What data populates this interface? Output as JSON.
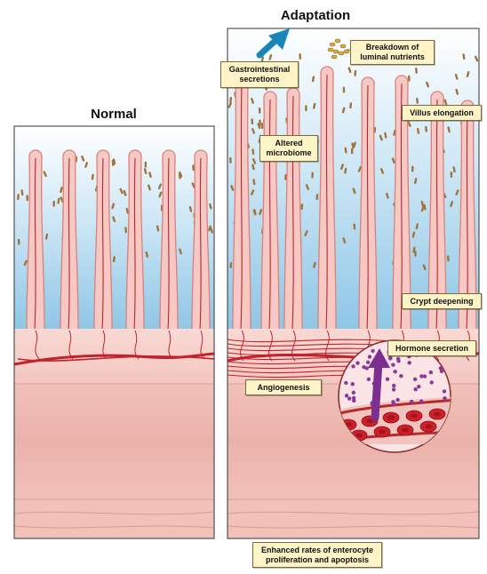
{
  "headings": {
    "normal": "Normal",
    "adaptation": "Adaptation"
  },
  "callouts": {
    "breakdown": "Breakdown of\nluminal nutrients",
    "gi_secretions": "Gastrointestinal\nsecretions",
    "villus_elongation": "Villus elongation",
    "altered_microbiome": "Altered\nmicrobiome",
    "crypt_deepening": "Crypt deepening",
    "hormone_secretion": "Hormone secretion",
    "angiogenesis": "Angiogenesis",
    "enhanced_rates": "Enhanced rates of enterocyte\nproliferation and apoptosis"
  },
  "colors": {
    "villus_fill": "#f7c9c4",
    "villus_edge": "#d9827b",
    "vessel": "#c0232b",
    "lumen_blue": "#a8d4ee",
    "bacteria": "#a0743c",
    "submucosa": "#f4c6c0",
    "muscle": "#eab3ab",
    "arrow_blue": "#1a86b8",
    "arrow_purple": "#7b2f8f",
    "callout_bg": "#fff4c7"
  },
  "icons": [
    "upward-arrow-icon",
    "nutrient-granules-icon",
    "hormone-arrow-icon"
  ]
}
